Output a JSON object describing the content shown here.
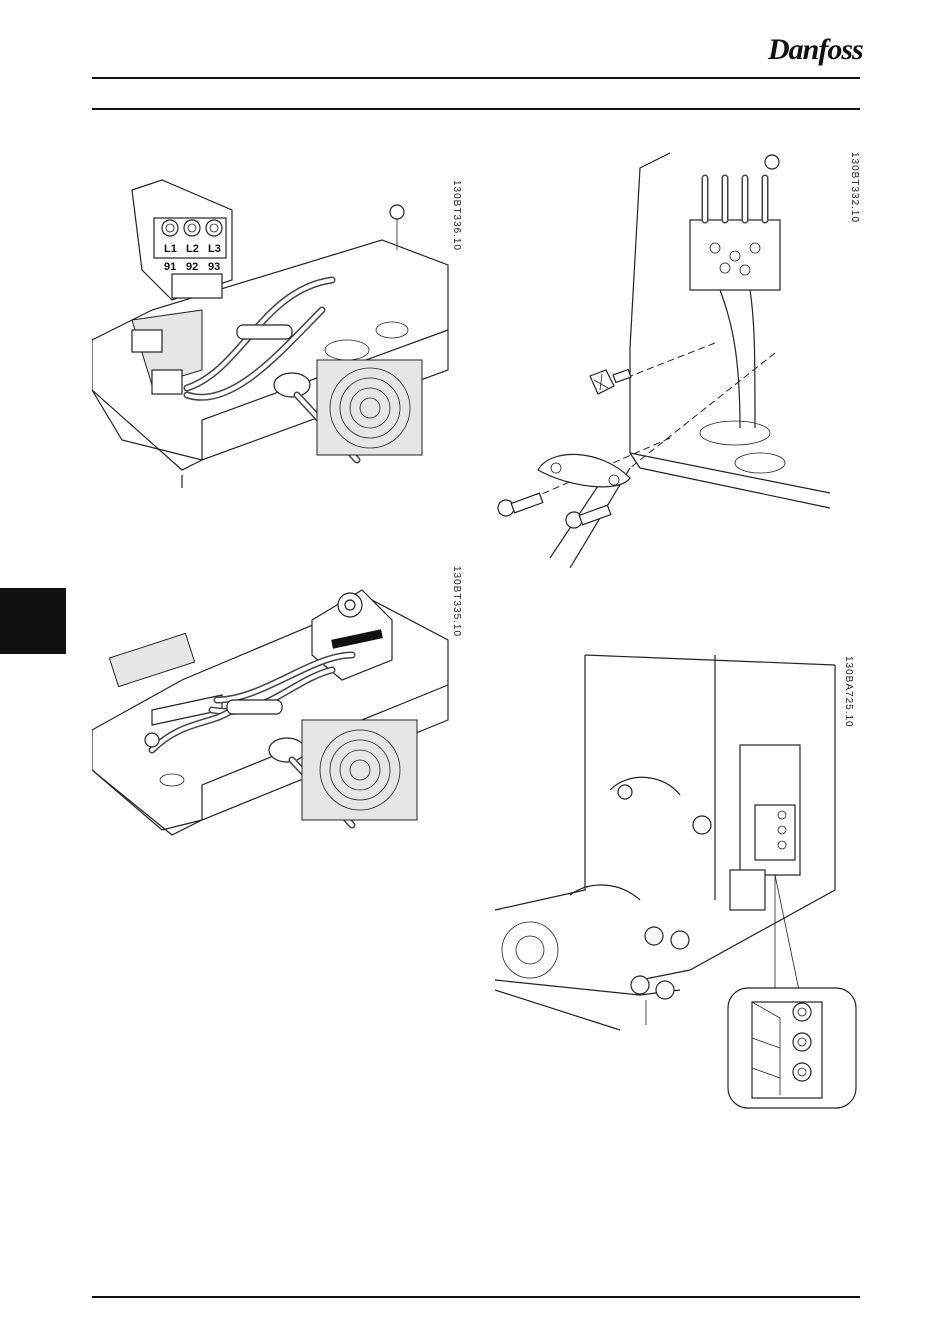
{
  "header": {
    "brand": "Danfoss"
  },
  "figures": [
    {
      "code": "130BT336.10",
      "terminal_labels": [
        "L1",
        "L2",
        "L3",
        "91",
        "92",
        "93"
      ]
    },
    {
      "code": "130BT335.10"
    },
    {
      "code": "130BT332.10"
    },
    {
      "code": "130BA725.10"
    }
  ]
}
